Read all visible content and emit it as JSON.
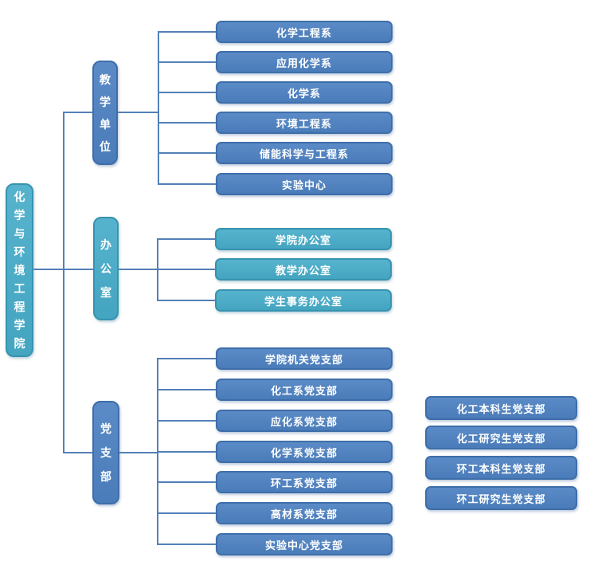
{
  "diagram": {
    "root": {
      "label": "化学与环境工程学院"
    },
    "branches": [
      {
        "label": "教学单位",
        "style": "blue",
        "children": [
          "化学工程系",
          "应用化学系",
          "化学系",
          "环境工程系",
          "储能科学与工程系",
          "实验中心"
        ]
      },
      {
        "label": "办公室",
        "style": "teal",
        "children": [
          "学院办公室",
          "教学办公室",
          "学生事务办公室"
        ]
      },
      {
        "label": "党支部",
        "style": "blue",
        "children": [
          "学院机关党支部",
          "化工系党支部",
          "应化系党支部",
          "化学系党支部",
          "环工系党支部",
          "高材系党支部",
          "实验中心党支部"
        ]
      }
    ],
    "standalone_nodes": [
      "化工本科生党支部",
      "化工研究生党支部",
      "环工本科生党支部",
      "环工研究生党支部"
    ],
    "colors": {
      "blue_fill": "#4F81BD",
      "blue_border": "#3D6EA9",
      "teal_fill": "#4AACC6",
      "teal_border": "#3793AF",
      "connector": "#5380B8",
      "text": "#FFFFFF",
      "background": "#FFFFFF"
    }
  }
}
